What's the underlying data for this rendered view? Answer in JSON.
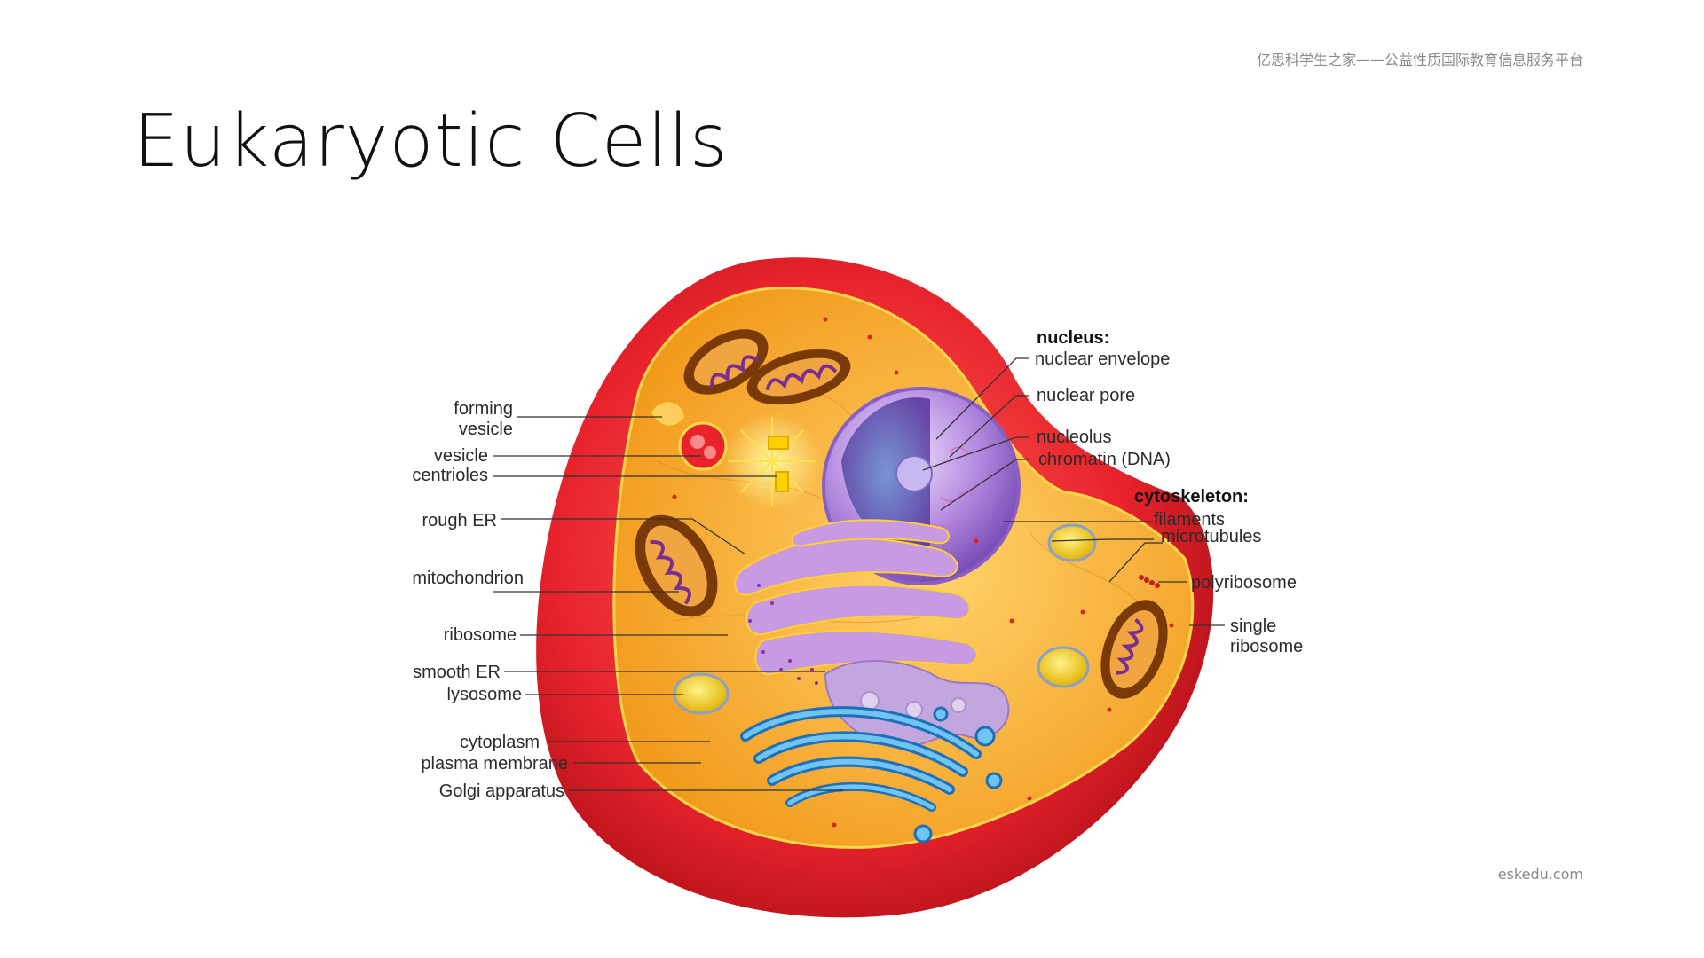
{
  "header": {
    "note": "亿思科学生之家——公益性质国际教育信息服务平台"
  },
  "slide": {
    "title": "Eukaryotic Cells"
  },
  "footer": {
    "note": "eskedu.com"
  },
  "diagram": {
    "left_labels": {
      "forming_vesicle_1": "forming",
      "forming_vesicle_2": "vesicle",
      "vesicle": "vesicle",
      "centrioles": "centrioles",
      "rough_er": "rough ER",
      "mitochondrion": "mitochondrion",
      "ribosome": "ribosome",
      "smooth_er": "smooth ER",
      "lysosome": "lysosome",
      "cytoplasm": "cytoplasm",
      "plasma_membrane": "plasma membrane",
      "golgi_apparatus": "Golgi apparatus"
    },
    "right_labels": {
      "nucleus_heading": "nucleus:",
      "nuclear_envelope": "nuclear envelope",
      "nuclear_pore": "nuclear pore",
      "nucleolus": "nucleolus",
      "chromatin": "chromatin (DNA)",
      "cytoskeleton_heading": "cytoskeleton:",
      "filaments": "filaments",
      "microtubules": "microtubules",
      "polyribosome": "polyribosome",
      "single_ribosome_1": "single",
      "single_ribosome_2": "ribosome"
    },
    "colors": {
      "membrane": "#e8232c",
      "cytoplasm": "#f5a623",
      "nucleus": "#a77bd8",
      "golgi": "#3fa0dc",
      "er": "#b78ad8",
      "mitochondria": "#c96a10"
    }
  }
}
